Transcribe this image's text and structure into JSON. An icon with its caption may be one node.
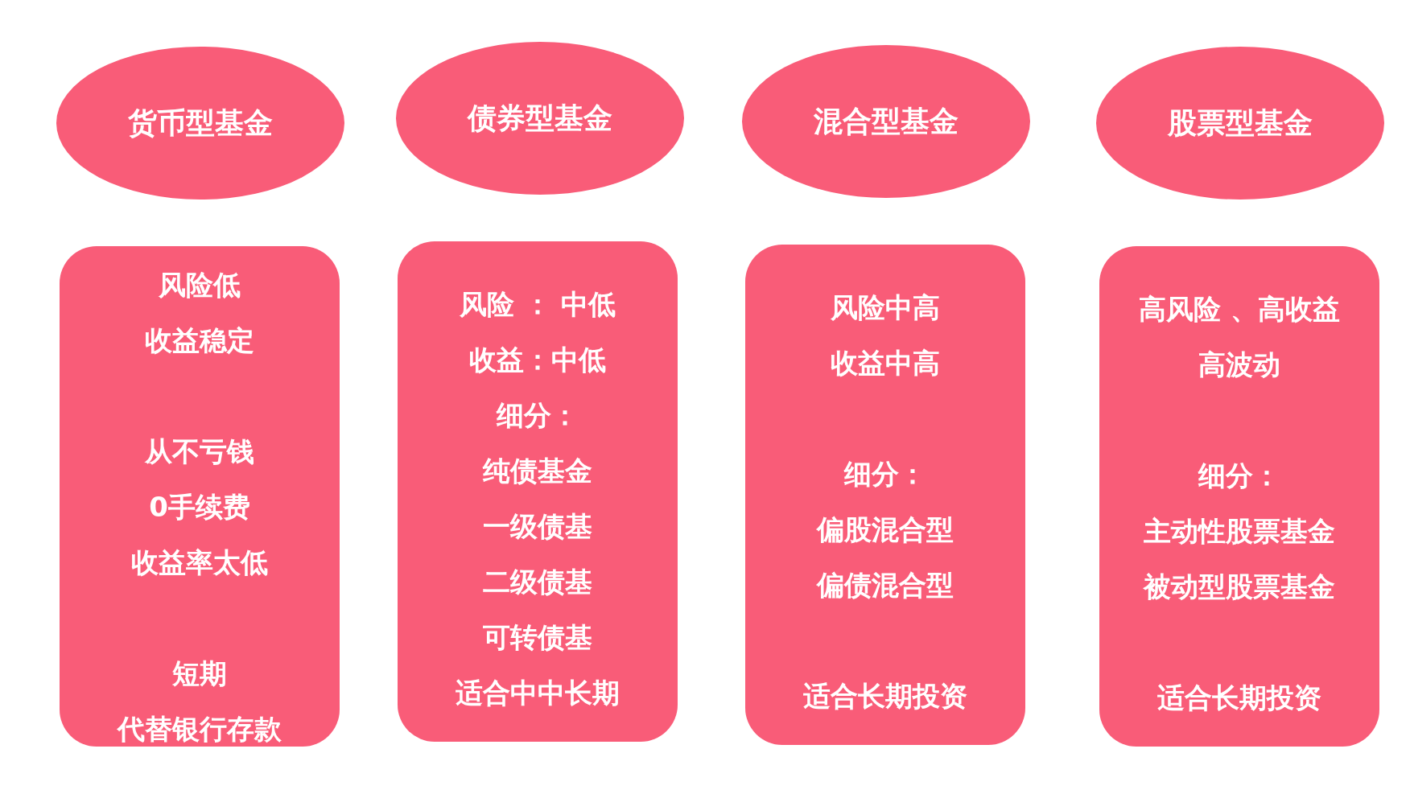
{
  "diagram": {
    "nodes": [
      {
        "text": [
          "货币型基金"
        ]
      },
      {
        "text": [
          "债券型基金"
        ]
      },
      {
        "text": [
          "混合型基金"
        ]
      },
      {
        "text": [
          "股票型基金"
        ]
      },
      {
        "text": [
          "风险低",
          "收益稳定",
          "从不亏钱",
          "0手续费",
          "收益率太低",
          "短期",
          "代替银行存款"
        ]
      },
      {
        "text": [
          "风险 ： 中低",
          "收益：中低",
          "细分：",
          "纯债基金",
          "一级债基",
          "二级债基",
          "可转债基",
          "适合中中长期"
        ]
      },
      {
        "text": [
          "风险中高",
          "收益中高",
          "细分：",
          "偏股混合型",
          "偏债混合型",
          "适合长期投资"
        ]
      },
      {
        "text": [
          "高风险 、高收益",
          "高波动",
          "细分：",
          "主动性股票基金",
          "被动型股票基金",
          "适合长期投资"
        ]
      }
    ]
  }
}
